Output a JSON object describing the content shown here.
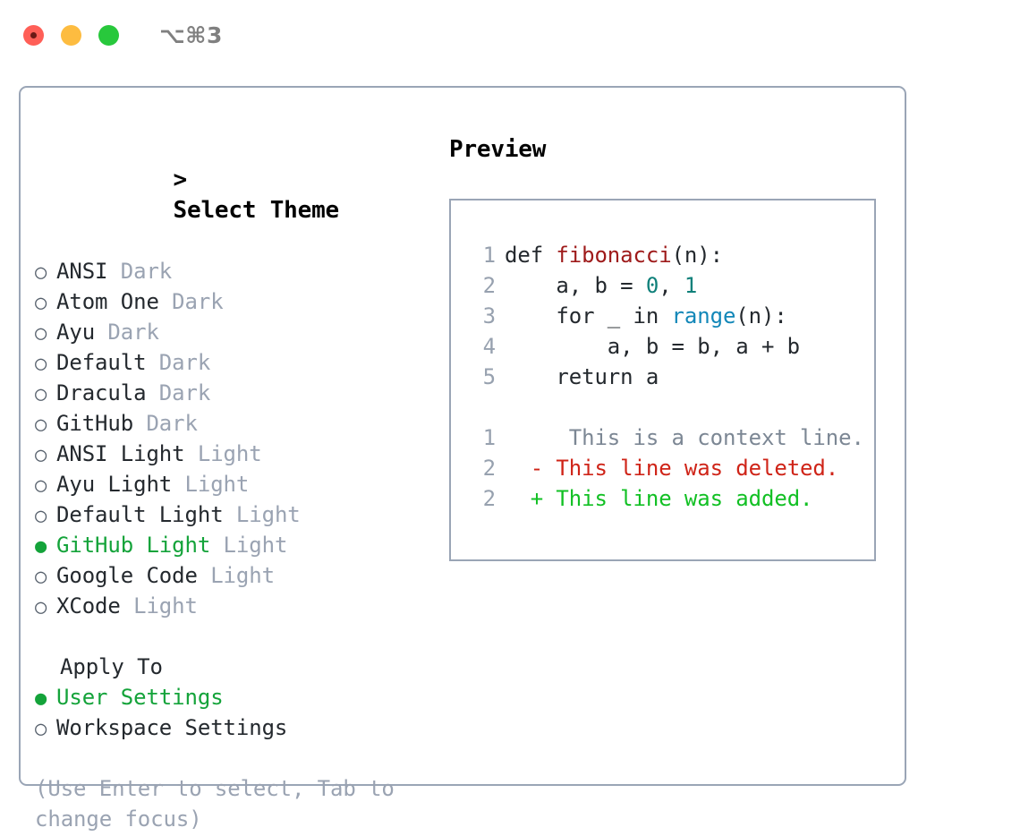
{
  "titlebar": {
    "shortcut": "⌥⌘3",
    "lights": [
      {
        "name": "close",
        "color": "#ff5f57"
      },
      {
        "name": "minimize",
        "color": "#fdbc40"
      },
      {
        "name": "zoom",
        "color": "#28c83c"
      }
    ]
  },
  "theme_section": {
    "caret": ">",
    "title": "Select Theme",
    "bullet_unselected": "○",
    "bullet_selected": "●",
    "items": [
      {
        "label": "ANSI",
        "suffix": "Dark",
        "selected": false
      },
      {
        "label": "Atom One",
        "suffix": "Dark",
        "selected": false
      },
      {
        "label": "Ayu",
        "suffix": "Dark",
        "selected": false
      },
      {
        "label": "Default",
        "suffix": "Dark",
        "selected": false
      },
      {
        "label": "Dracula",
        "suffix": "Dark",
        "selected": false
      },
      {
        "label": "GitHub",
        "suffix": "Dark",
        "selected": false
      },
      {
        "label": "ANSI Light",
        "suffix": "Light",
        "selected": false
      },
      {
        "label": "Ayu Light",
        "suffix": "Light",
        "selected": false
      },
      {
        "label": "Default Light",
        "suffix": "Light",
        "selected": false
      },
      {
        "label": "GitHub Light",
        "suffix": "Light",
        "selected": true
      },
      {
        "label": "Google Code",
        "suffix": "Light",
        "selected": false
      },
      {
        "label": "XCode",
        "suffix": "Light",
        "selected": false
      }
    ]
  },
  "apply_section": {
    "title": "Apply To",
    "items": [
      {
        "label": "User Settings",
        "selected": true
      },
      {
        "label": "Workspace Settings",
        "selected": false
      }
    ]
  },
  "hint": "(Use Enter to select, Tab to change focus)",
  "preview": {
    "title": "Preview",
    "code_lines": [
      {
        "no": "1",
        "segments": [
          {
            "text": "def ",
            "type": "plain"
          },
          {
            "text": "fibonacci",
            "type": "fn"
          },
          {
            "text": "(n):",
            "type": "plain"
          }
        ]
      },
      {
        "no": "2",
        "segments": [
          {
            "text": "    a, b = ",
            "type": "plain"
          },
          {
            "text": "0",
            "type": "num"
          },
          {
            "text": ", ",
            "type": "plain"
          },
          {
            "text": "1",
            "type": "num"
          }
        ]
      },
      {
        "no": "3",
        "segments": [
          {
            "text": "    for _ in ",
            "type": "plain"
          },
          {
            "text": "range",
            "type": "call"
          },
          {
            "text": "(n):",
            "type": "plain"
          }
        ]
      },
      {
        "no": "4",
        "segments": [
          {
            "text": "        a, b = b, a + b",
            "type": "plain"
          }
        ]
      },
      {
        "no": "5",
        "segments": [
          {
            "text": "    return a",
            "type": "plain"
          }
        ]
      }
    ],
    "diff_lines": [
      {
        "no": "1",
        "marker": " ",
        "text": "  This is a context line.",
        "type": "context"
      },
      {
        "no": "2",
        "marker": "-",
        "text": " This line was deleted.",
        "type": "deleted"
      },
      {
        "no": "2",
        "marker": "+",
        "text": " This line was added.",
        "type": "added"
      }
    ]
  },
  "colors": {
    "selected_green": "#14a33a",
    "muted_gray": "#9aa3b2",
    "border": "#9aa5b6",
    "code_fn": "#9e1a1a",
    "code_call": "#1287b8",
    "code_num": "#0f807a",
    "diff_deleted": "#cf2418",
    "diff_added": "#12c024"
  }
}
